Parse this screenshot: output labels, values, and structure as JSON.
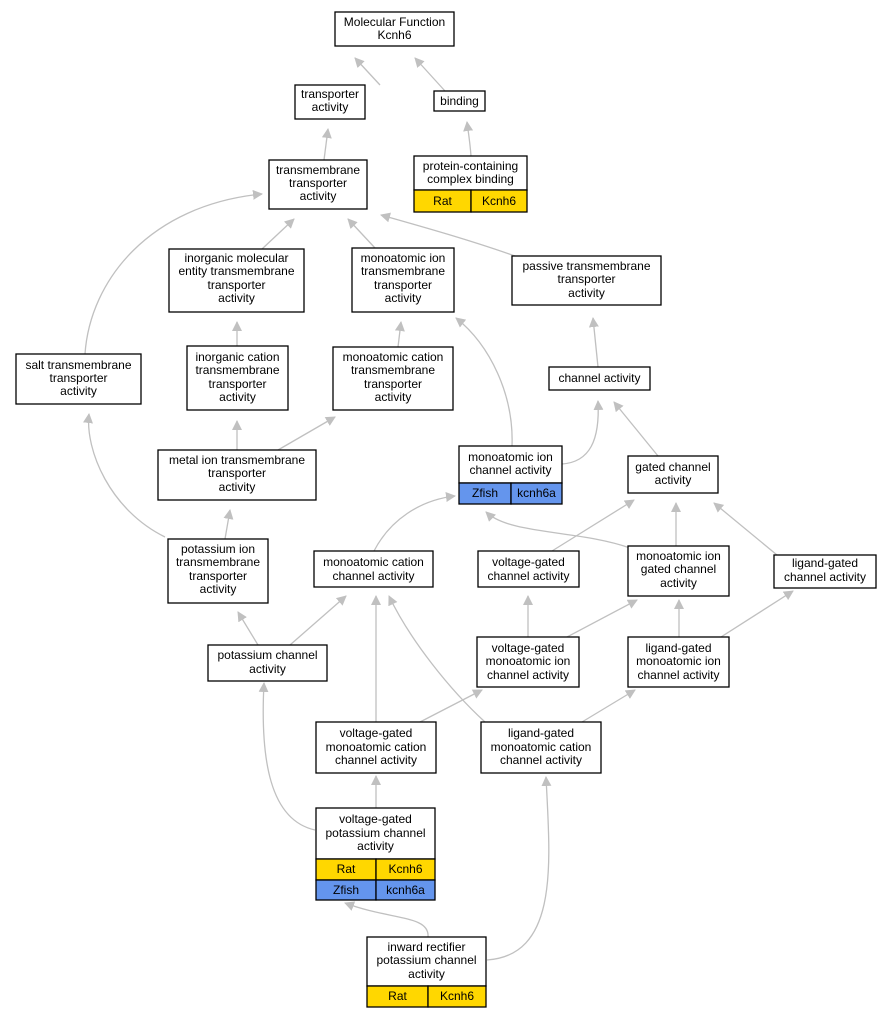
{
  "colors": {
    "rat": "#ffd700",
    "zfish": "#6495ed",
    "edge": "#c0c0c0",
    "node_fill": "#ffffff",
    "node_stroke": "#000000"
  },
  "nodes": {
    "molecular_function": [
      "Molecular Function",
      "Kcnh6"
    ],
    "transporter_activity": [
      "transporter",
      "activity"
    ],
    "binding": [
      "binding"
    ],
    "protein_complex_binding": {
      "lines": [
        "protein-containing",
        "complex binding"
      ],
      "tags": [
        [
          "Rat",
          "Kcnh6"
        ]
      ]
    },
    "transmembrane_transporter": [
      "transmembrane",
      "transporter",
      "activity"
    ],
    "inorganic_molecular": [
      "inorganic molecular",
      "entity transmembrane",
      "transporter",
      "activity"
    ],
    "monoatomic_ion_tm": [
      "monoatomic ion",
      "transmembrane",
      "transporter",
      "activity"
    ],
    "passive_tm": [
      "passive transmembrane",
      "transporter",
      "activity"
    ],
    "salt_tm": [
      "salt transmembrane",
      "transporter",
      "activity"
    ],
    "inorganic_cation": [
      "inorganic cation",
      "transmembrane",
      "transporter",
      "activity"
    ],
    "monoatomic_cation_tm": [
      "monoatomic cation",
      "transmembrane",
      "transporter",
      "activity"
    ],
    "channel_activity": [
      "channel activity"
    ],
    "metal_ion_tm": [
      "metal ion transmembrane",
      "transporter",
      "activity"
    ],
    "monoatomic_ion_channel": {
      "lines": [
        "monoatomic ion",
        "channel activity"
      ],
      "tags": [
        [
          "Zfish",
          "kcnh6a"
        ]
      ]
    },
    "gated_channel": [
      "gated channel",
      "activity"
    ],
    "potassium_ion_tm": [
      "potassium ion",
      "transmembrane",
      "transporter",
      "activity"
    ],
    "monoatomic_cation_channel": [
      "monoatomic cation",
      "channel activity"
    ],
    "voltage_gated_channel": [
      "voltage-gated",
      "channel activity"
    ],
    "monoatomic_ion_gated": [
      "monoatomic ion",
      "gated channel",
      "activity"
    ],
    "ligand_gated_channel": [
      "ligand-gated",
      "channel activity"
    ],
    "potassium_channel": [
      "potassium channel",
      "activity"
    ],
    "vg_monoatomic_ion": [
      "voltage-gated",
      "monoatomic ion",
      "channel activity"
    ],
    "lg_monoatomic_ion": [
      "ligand-gated",
      "monoatomic ion",
      "channel activity"
    ],
    "vg_monoatomic_cation": [
      "voltage-gated",
      "monoatomic cation",
      "channel activity"
    ],
    "lg_monoatomic_cation": [
      "ligand-gated",
      "monoatomic cation",
      "channel activity"
    ],
    "vg_potassium": {
      "lines": [
        "voltage-gated",
        "potassium channel",
        "activity"
      ],
      "tags": [
        [
          "Rat",
          "Kcnh6"
        ],
        [
          "Zfish",
          "kcnh6a"
        ]
      ]
    },
    "inward_rectifier": {
      "lines": [
        "inward rectifier",
        "potassium channel",
        "activity"
      ],
      "tags": [
        [
          "Rat",
          "Kcnh6"
        ]
      ]
    }
  }
}
